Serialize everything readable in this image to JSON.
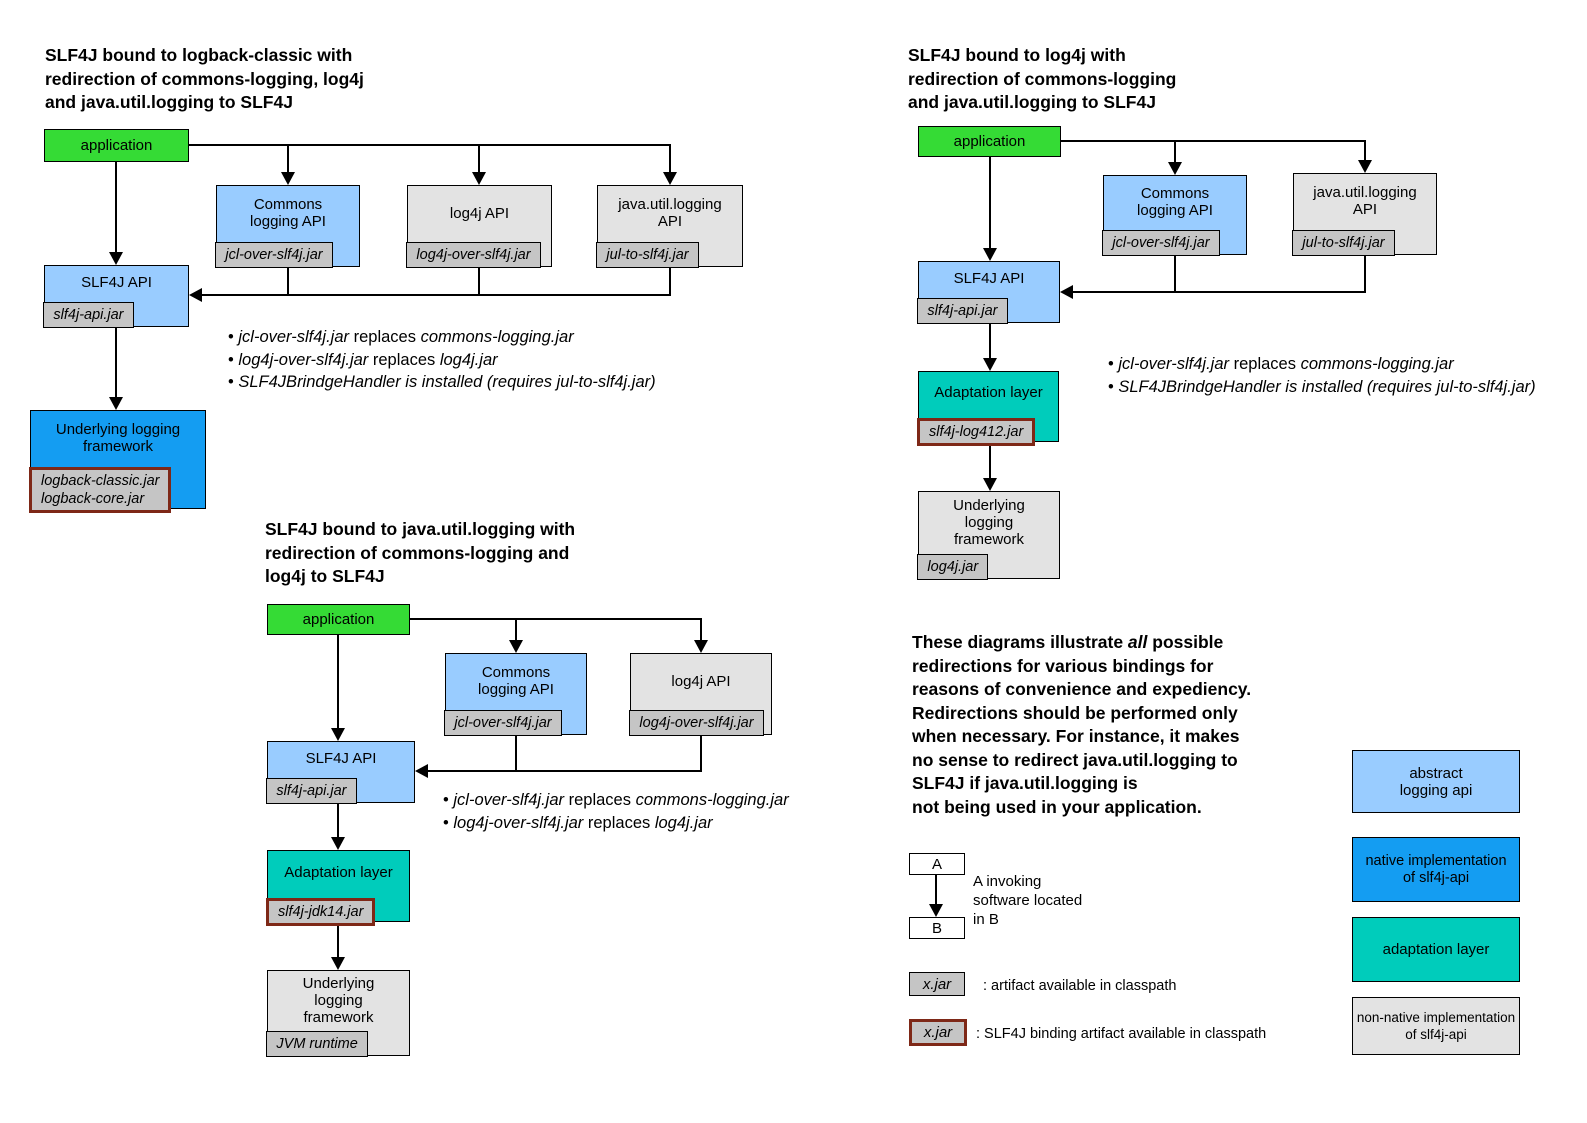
{
  "colors": {
    "application_green": "#35DB35",
    "abstract_api_blue": "#99CCFF",
    "native_impl_blue": "#149DF2",
    "adaptation_teal": "#00CCBB",
    "non_native_gray": "#E3E3E3",
    "jar_tag_gray": "#C5C5C5",
    "binding_border_maroon": "#7E2817",
    "line_black": "#000000"
  },
  "d1": {
    "title": "SLF4J bound to logback-classic with\nredirection of commons-logging, log4j\nand java.util.logging to SLF4J",
    "app_label": "application",
    "commons": {
      "label": "Commons\nlogging API",
      "jar": "jcl-over-slf4j.jar"
    },
    "log4j": {
      "label": "log4j API",
      "jar": "log4j-over-slf4j.jar"
    },
    "jul": {
      "label": "java.util.logging\nAPI",
      "jar": "jul-to-slf4j.jar"
    },
    "slf4j": {
      "label": "SLF4J API",
      "jar": "slf4j-api.jar"
    },
    "underlying": {
      "label": "Underlying logging\nframework",
      "jar": "logback-classic.jar\nlogback-core.jar"
    },
    "bullets": [
      {
        "p1": "jcl-over-slf4j.jar",
        "p2": " replaces ",
        "p3": "commons-logging.jar"
      },
      {
        "p1": "log4j-over-slf4j.jar",
        "p2": " replaces ",
        "p3": "log4j.jar"
      },
      {
        "p1": "SLF4JBrindgeHandler is installed (requires jul-to-slf4j.jar)",
        "p2": "",
        "p3": ""
      }
    ]
  },
  "d2": {
    "title": "SLF4J bound to log4j with\nredirection of commons-logging\nand java.util.logging to SLF4J",
    "app_label": "application",
    "commons": {
      "label": "Commons\nlogging API",
      "jar": "jcl-over-slf4j.jar"
    },
    "jul": {
      "label": "java.util.logging\nAPI",
      "jar": "jul-to-slf4j.jar"
    },
    "slf4j": {
      "label": "SLF4J API",
      "jar": "slf4j-api.jar"
    },
    "adaptation": {
      "label": "Adaptation layer",
      "jar": "slf4j-log412.jar"
    },
    "underlying": {
      "label": "Underlying\nlogging\nframework",
      "jar": "log4j.jar"
    },
    "bullets": [
      {
        "p1": "jcl-over-slf4j.jar",
        "p2": " replaces ",
        "p3": "commons-logging.jar"
      },
      {
        "p1": "SLF4JBrindgeHandler is installed (requires jul-to-slf4j.jar)",
        "p2": "",
        "p3": ""
      }
    ]
  },
  "d3": {
    "title": "SLF4J bound to java.util.logging with\nredirection of commons-logging and\nlog4j to SLF4J",
    "app_label": "application",
    "commons": {
      "label": "Commons\nlogging API",
      "jar": "jcl-over-slf4j.jar"
    },
    "log4j": {
      "label": "log4j API",
      "jar": "log4j-over-slf4j.jar"
    },
    "slf4j": {
      "label": "SLF4J API",
      "jar": "slf4j-api.jar"
    },
    "adaptation": {
      "label": "Adaptation layer",
      "jar": "slf4j-jdk14.jar"
    },
    "underlying": {
      "label": "Underlying\nlogging\nframework",
      "jar": "JVM runtime"
    },
    "bullets": [
      {
        "p1": "jcl-over-slf4j.jar",
        "p2": " replaces ",
        "p3": "commons-logging.jar"
      },
      {
        "p1": "log4j-over-slf4j.jar",
        "p2": " replaces ",
        "p3": "log4j.jar"
      }
    ]
  },
  "note": {
    "l1p1": "These diagrams illustrate ",
    "l1em": "all",
    "l1p3": " possible",
    "lines": [
      "redirections for various bindings for",
      "reasons of convenience and expediency.",
      "Redirections should be performed only",
      "when necessary. For instance, it makes",
      "no sense to redirect java.util.logging to",
      "SLF4J if java.util.logging is",
      "not being used in your application."
    ]
  },
  "legend": {
    "a_label": "A",
    "b_label": "B",
    "ab_caption": "A invoking\nsoftware located\nin B",
    "jar_box_label": "x.jar",
    "jar_caption": ": artifact available in classpath",
    "binding_box_label": "x.jar",
    "binding_caption": ": SLF4J binding artifact available in classpath",
    "swatches": [
      {
        "label": "abstract\nlogging api"
      },
      {
        "label": "native implementation\nof slf4j-api"
      },
      {
        "label": "adaptation layer"
      },
      {
        "label": "non-native implementation\nof slf4j-api"
      }
    ]
  }
}
